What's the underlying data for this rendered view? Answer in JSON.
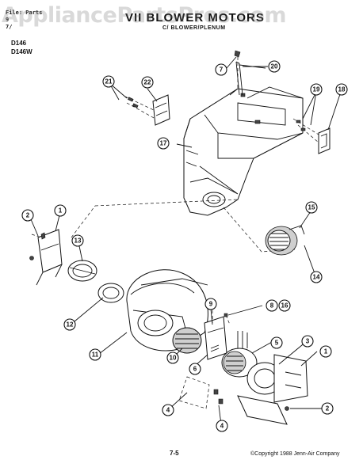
{
  "header": {
    "file_line": "File: Parts",
    "line2": "9",
    "line3": "7/",
    "title": "VII BLOWER MOTORS",
    "subtitle": "C/ BLOWER/PLENUM",
    "models": [
      "D146",
      "D146W"
    ]
  },
  "watermark": "AppliancePartsPros.com",
  "callouts": {
    "c1a": "1",
    "c1b": "1",
    "c2a": "2",
    "c2b": "2",
    "c3": "3",
    "c4a": "4",
    "c4b": "4",
    "c5": "5",
    "c6": "6",
    "c7": "7",
    "c8": "8",
    "c16": "16",
    "c9": "9",
    "c10": "10",
    "c11": "11",
    "c12": "12",
    "c13": "13",
    "c14": "14",
    "c15": "15",
    "c17": "17",
    "c18": "18",
    "c19": "19",
    "c20": "20",
    "c21": "21",
    "c22": "22"
  },
  "footer": {
    "page": "7-5",
    "copyright": "©Copyright 1988 Jenn-Air Company"
  }
}
